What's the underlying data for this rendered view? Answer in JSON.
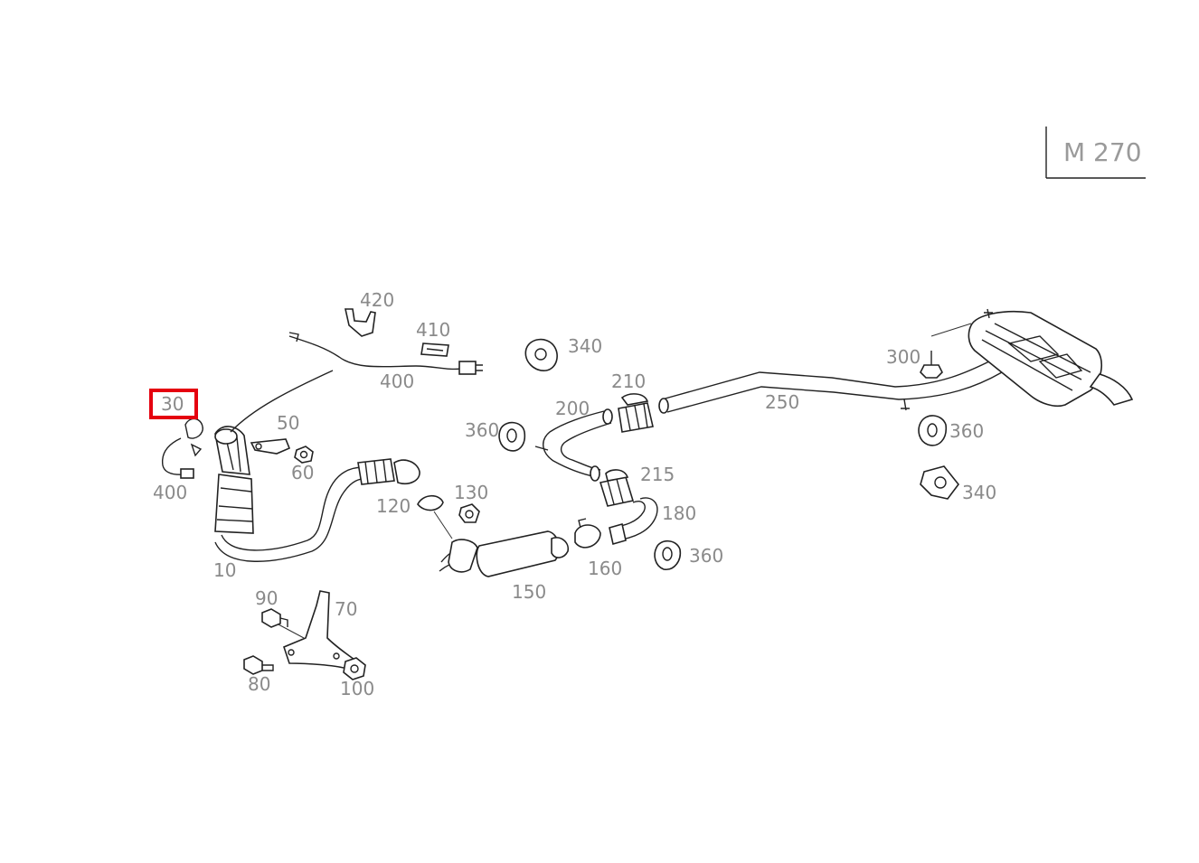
{
  "engine_code": "M 270",
  "highlight_color": "#e5000f",
  "highlighted_part": "30",
  "callouts": {
    "c420": "420",
    "c410": "410",
    "c400a": "400",
    "c340a": "340",
    "c30": "30",
    "c50": "50",
    "c60": "60",
    "c400b": "400",
    "c10": "10",
    "c360a": "360",
    "c200": "200",
    "c210": "210",
    "c215": "215",
    "c250": "250",
    "c300": "300",
    "c360b": "360",
    "c340b": "340",
    "c120": "120",
    "c130": "130",
    "c150": "150",
    "c160": "160",
    "c180": "180",
    "c360c": "360",
    "c90": "90",
    "c70": "70",
    "c80": "80",
    "c100": "100"
  }
}
